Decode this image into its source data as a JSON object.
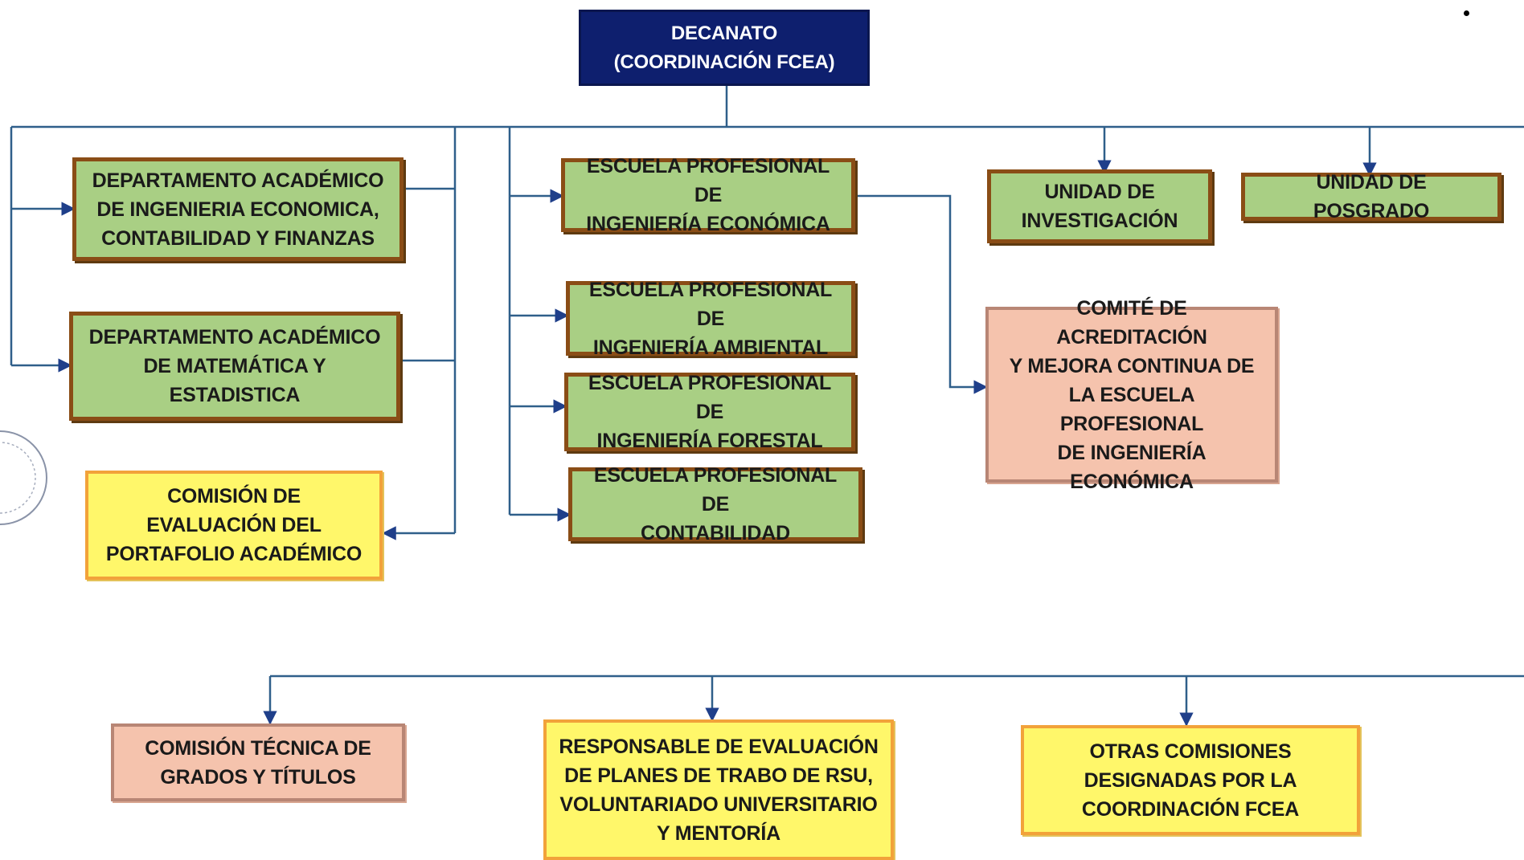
{
  "chart": {
    "title": "",
    "boxes": {
      "decanato": "DECANATO\n(COORDINACIÓN FCEA)",
      "dept_economica": "DEPARTAMENTO ACADÉMICO\nDE INGENIERIA ECONOMICA,\nCONTABILIDAD Y FINANZAS",
      "dept_matematica": "DEPARTAMENTO ACADÉMICO\nDE MATEMÁTICA Y\nESTADISTICA",
      "comision_portafolio": "COMISIÓN DE\nEVALUACIÓN DEL\nPORTAFOLIO ACADÉMICO",
      "escuela_economica": "ESCUELA PROFESIONAL DE\nINGENIERÍA ECONÓMICA",
      "escuela_ambiental": "ESCUELA PROFESIONAL DE\nINGENIERÍA AMBIENTAL",
      "escuela_forestal": "ESCUELA PROFESIONAL DE\nINGENIERÍA FORESTAL",
      "escuela_contabilidad": "ESCUELA PROFESIONAL DE\nCONTABILIDAD",
      "unidad_investigacion": "UNIDAD DE\nINVESTIGACIÓN",
      "unidad_posgrado": "UNIDAD DE POSGRADO",
      "comite_acreditacion": "COMITÉ DE ACREDITACIÓN\nY MEJORA CONTINUA DE\nLA ESCUELA PROFESIONAL\nDE INGENIERÍA\nECONÓMICA",
      "comision_grados": "COMISIÓN TÉCNICA DE\nGRADOS Y TÍTULOS",
      "responsable_rsu": "RESPONSABLE DE EVALUACIÓN\nDE PLANES DE TRABO DE RSU,\nVOLUNTARIADO UNIVERSITARIO\nY MENTORÍA",
      "otras_comisiones": "OTRAS COMISIONES\nDESIGNADAS POR LA\nCOORDINACIÓN FCEA"
    },
    "colors": {
      "head_fill": "#0e1f6e",
      "unit_fill": "#a9cf84",
      "unit_border": "#8a4d16",
      "committee_fill": "#f5c3ad",
      "commission_fill": "#fff76a",
      "connector": "#2f5f8a",
      "arrowhead": "#1f3f8a"
    }
  }
}
